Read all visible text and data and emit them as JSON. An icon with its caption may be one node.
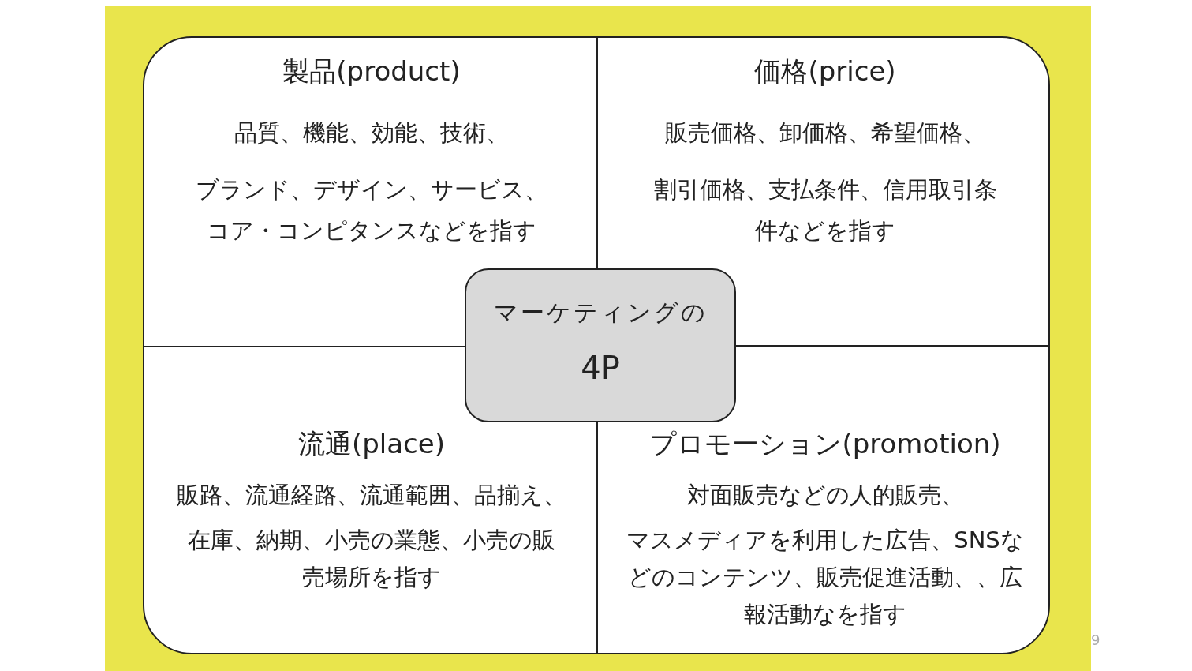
{
  "diagram": {
    "nodes": [
      {
        "text": [],
        "shape": "box"
      },
      {
        "text": [
          "製品(product)",
          "品質、機能、効能、技術、",
          "ブランド、デザイン、サービス、コア・コンピタンスなどを指す"
        ],
        "in": 0
      },
      {
        "text": [
          "価格(price)",
          "販売価格、卸価格、希望価格、",
          "割引価格、支払条件、信用取引条件などを指す"
        ],
        "in": 0
      },
      {
        "text": [
          "マーケティングの",
          "4P"
        ],
        "in": 0
      },
      {
        "text": [
          "流通(place)",
          "販路、流通経路、流通範囲、品揃え、",
          "在庫、納期、小売の業態、小売の販売場所を指す"
        ],
        "in": 0
      },
      {
        "text": [
          "プロモーション(promotion)",
          "対面販売などの人的販売、",
          "マスメディアを利用した広告、SNSなどのコンテンツ、販売促進活動、、広報活動なを指す"
        ],
        "in": 0
      }
    ],
    "edges": [],
    "labels": [
      "9"
    ]
  }
}
